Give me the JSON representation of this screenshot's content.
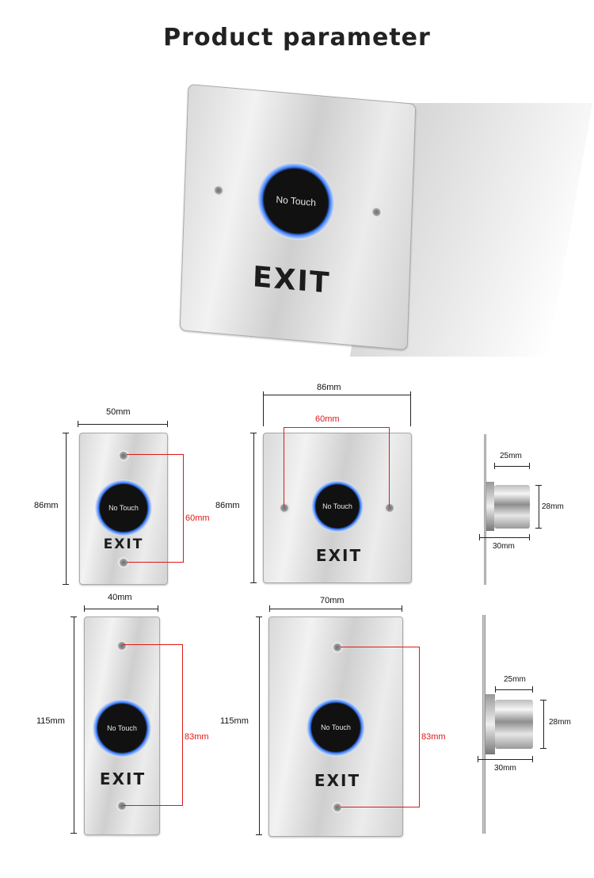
{
  "title": "Product parameter",
  "hero": {
    "button_text": "No Touch",
    "exit_text": "EXIT"
  },
  "units": {
    "w50": "50mm",
    "h86": "86mm",
    "w86": "86mm",
    "h86b": "86mm",
    "hole60a": "60mm",
    "hole60b": "60mm",
    "w40": "40mm",
    "h115": "115mm",
    "w70": "70mm",
    "h115b": "115mm",
    "hole83a": "83mm",
    "hole83b": "83mm",
    "side_a_25": "25mm",
    "side_a_28": "28mm",
    "side_a_30": "30mm",
    "side_b_25": "25mm",
    "side_b_28": "28mm",
    "side_b_30": "30mm"
  },
  "plates": {
    "small_button": "No Touch",
    "exit": "EXIT"
  },
  "colors": {
    "dimension_red": "#e01818",
    "led_ring": "#3a7bff"
  }
}
